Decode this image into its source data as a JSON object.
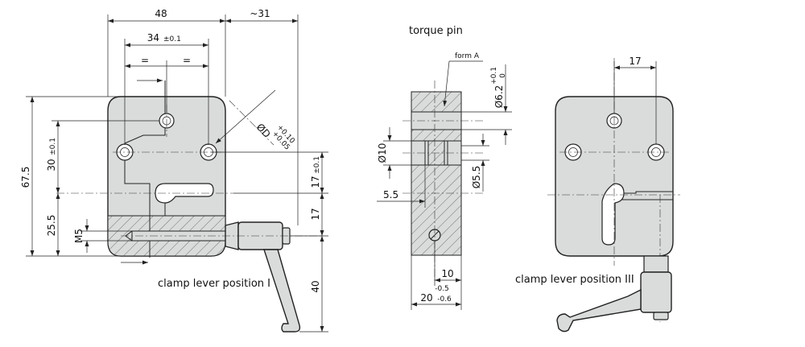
{
  "left_view": {
    "dims": {
      "width_48": "48",
      "width_31": "~31",
      "spacing_34": "34",
      "spacing_34_tol": "±0.1",
      "eq1": "=",
      "eq2": "=",
      "height_67_5": "67.5",
      "height_30": "30",
      "height_30_tol": "±0.1",
      "height_25_5": "25.5",
      "thread_m5": "M5",
      "bore_d": "ØD",
      "bore_d_tol_up": "+0.10",
      "bore_d_tol_low": "+0.05",
      "right_17_a": "17",
      "right_17_a_tol": "±0.1",
      "right_17_b": "17",
      "right_40": "40"
    },
    "caption": "clamp lever position  I"
  },
  "torque_pin": {
    "title": "torque pin",
    "form_label": "form A",
    "dims": {
      "d6_2": "Ø6.2",
      "d6_2_tol_up": "+0.1",
      "d6_2_tol_low": "0",
      "d10": "Ø10",
      "d5_5": "Ø5.5",
      "len_5_5": "5.5",
      "w10": "10",
      "w10_tol": "-0.5",
      "w20": "20",
      "w20_tol": "-0.6"
    }
  },
  "right_view": {
    "dims": {
      "top_17": "17"
    },
    "caption": "clamp lever position  III"
  }
}
